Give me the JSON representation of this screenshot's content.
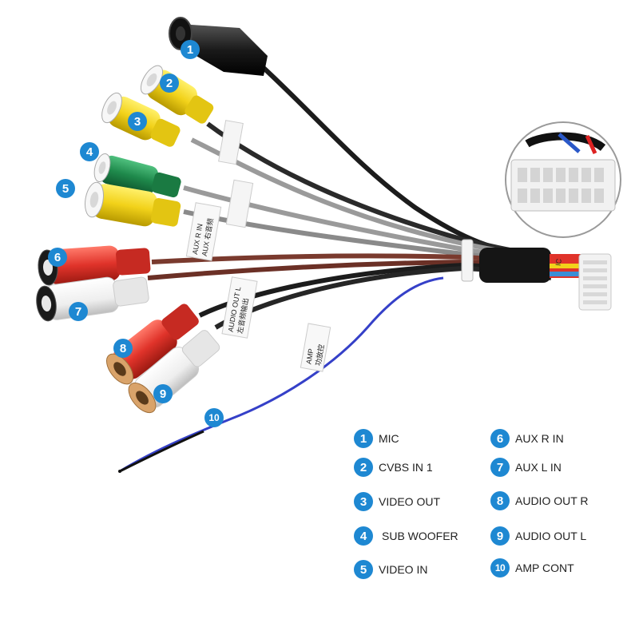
{
  "colors": {
    "badge": "#1e88d2",
    "cable_black": "#1c1c1c",
    "cable_gray": "#9a9a9a",
    "cable_brown": "#7a3a2e",
    "cable_blue": "#3540c8",
    "rca_yellow": "#f2d21a",
    "rca_green": "#1f8a4c",
    "rca_red": "#e0332a",
    "rca_white": "#f2f2f2"
  },
  "connectors": [
    {
      "number": "1",
      "label": "MIC",
      "icon": "mic-jack-icon"
    },
    {
      "number": "2",
      "label": "CVBS IN 1",
      "icon": "rca-yellow-icon"
    },
    {
      "number": "3",
      "label": "VIDEO OUT",
      "icon": "rca-yellow-icon"
    },
    {
      "number": "4",
      "label": "SUB WOOFER",
      "icon": "rca-green-icon"
    },
    {
      "number": "5",
      "label": "VIDEO IN",
      "icon": "rca-yellow-icon"
    },
    {
      "number": "6",
      "label": "AUX R IN",
      "icon": "rca-red-icon"
    },
    {
      "number": "7",
      "label": "AUX L IN",
      "icon": "rca-white-icon"
    },
    {
      "number": "8",
      "label": "AUDIO OUT R",
      "icon": "rca-red-icon"
    },
    {
      "number": "9",
      "label": "AUDIO OUT L",
      "icon": "rca-white-icon"
    },
    {
      "number": "10",
      "label": "AMP CONT",
      "icon": "bare-wire-icon"
    }
  ],
  "cable_tags": [
    {
      "text": "AUX R IN"
    },
    {
      "text": "AUX 右音频"
    },
    {
      "text": "AUDIO OUT L"
    },
    {
      "text": "左音频输出"
    },
    {
      "text": "AMP"
    },
    {
      "text": "功放控"
    }
  ],
  "plug_label": "IC"
}
